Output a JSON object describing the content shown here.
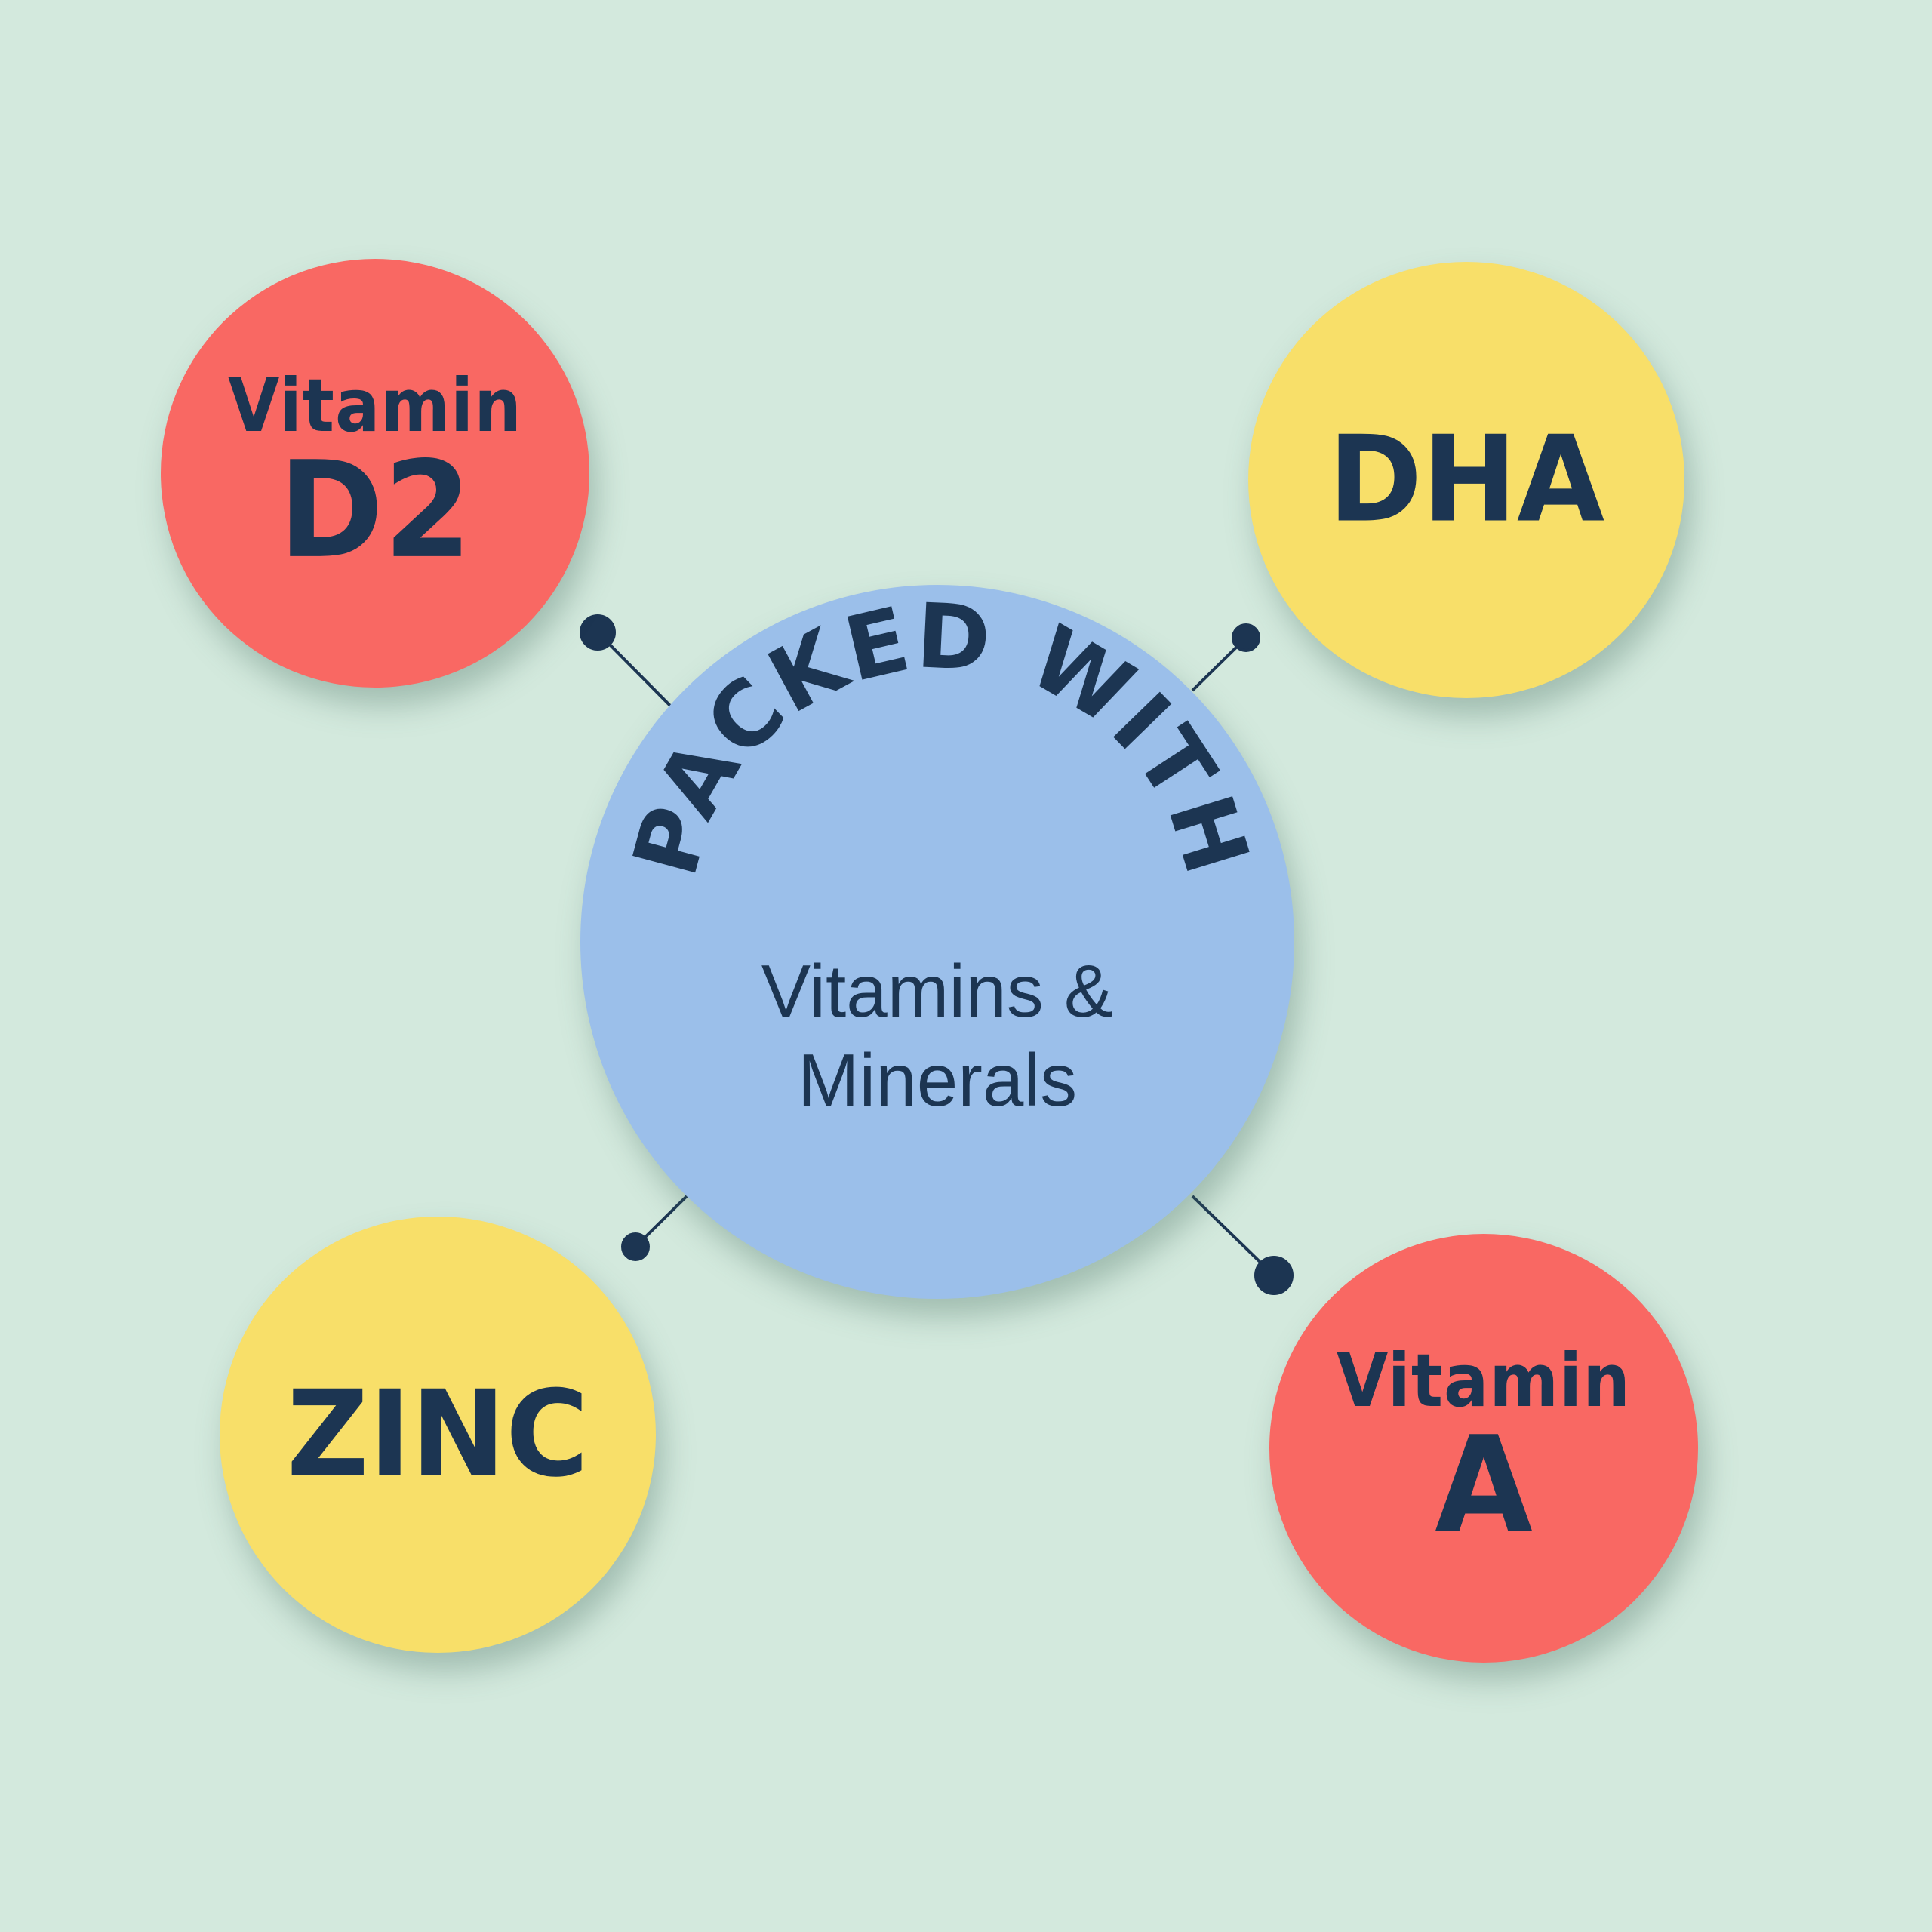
{
  "colors": {
    "background": "#d3e9dd",
    "coral": "#f96863",
    "yellow": "#f8df69",
    "blue": "#9bbfea",
    "navy": "#1c3552"
  },
  "center": {
    "arc_title": "PACKED WITH",
    "line1": "Vitamins &",
    "line2": "Minerals"
  },
  "nutrients": {
    "vitamin_d2": {
      "top": "Vitamin",
      "main": "D2"
    },
    "dha": {
      "main": "DHA"
    },
    "zinc": {
      "main": "ZINC"
    },
    "vitamin_a": {
      "top": "Vitamin",
      "main": "A"
    }
  }
}
